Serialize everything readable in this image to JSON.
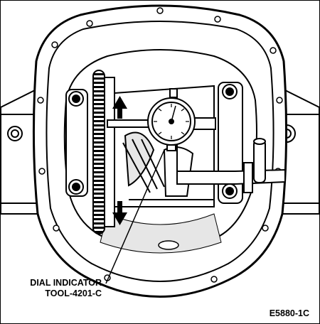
{
  "labels": {
    "callout_line1": "DIAL INDICATOR",
    "callout_line2": "TOOL-4201-C",
    "figure_id": "E5880-1C"
  },
  "colors": {
    "ink": "#000000",
    "paper": "#ffffff",
    "shade": "#e6e6e6"
  }
}
